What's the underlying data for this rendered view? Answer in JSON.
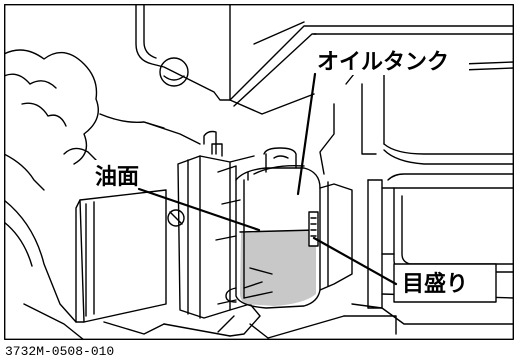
{
  "labels": {
    "oil_tank": "オイルタンク",
    "oil_level": "油面",
    "scale_marks": "目盛り"
  },
  "reference_code": "3732M-0508-010",
  "colors": {
    "line": "#000000",
    "oil_fill": "#c8c8c8",
    "background": "#ffffff"
  }
}
